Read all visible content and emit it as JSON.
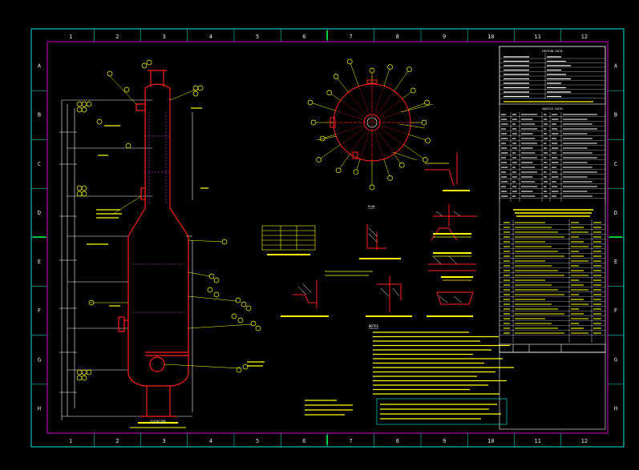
{
  "colors": {
    "background": "#000000",
    "outer_border": "#00e0e0",
    "inner_border": "#d000d0",
    "vessel": "#ff2020",
    "dimension": "#ffffff",
    "annotation": "#ffff00",
    "accent_green": "#00ff00",
    "accent_cyan": "#00ffff",
    "accent_magenta": "#ff40ff"
  },
  "zone_columns": [
    "1",
    "2",
    "3",
    "4",
    "5",
    "6",
    "7",
    "8",
    "9",
    "10",
    "11",
    "12"
  ],
  "zone_rows": [
    "A",
    "B",
    "C",
    "D",
    "E",
    "F",
    "G",
    "H"
  ],
  "views": {
    "elevation_caption": "ELEVATION",
    "plan_caption": "PLAN"
  },
  "title_block": {
    "design_data_header": "DESIGN DATA",
    "nozzle_data_header": "NOZZLE DATA"
  },
  "notes_header": "NOTES"
}
